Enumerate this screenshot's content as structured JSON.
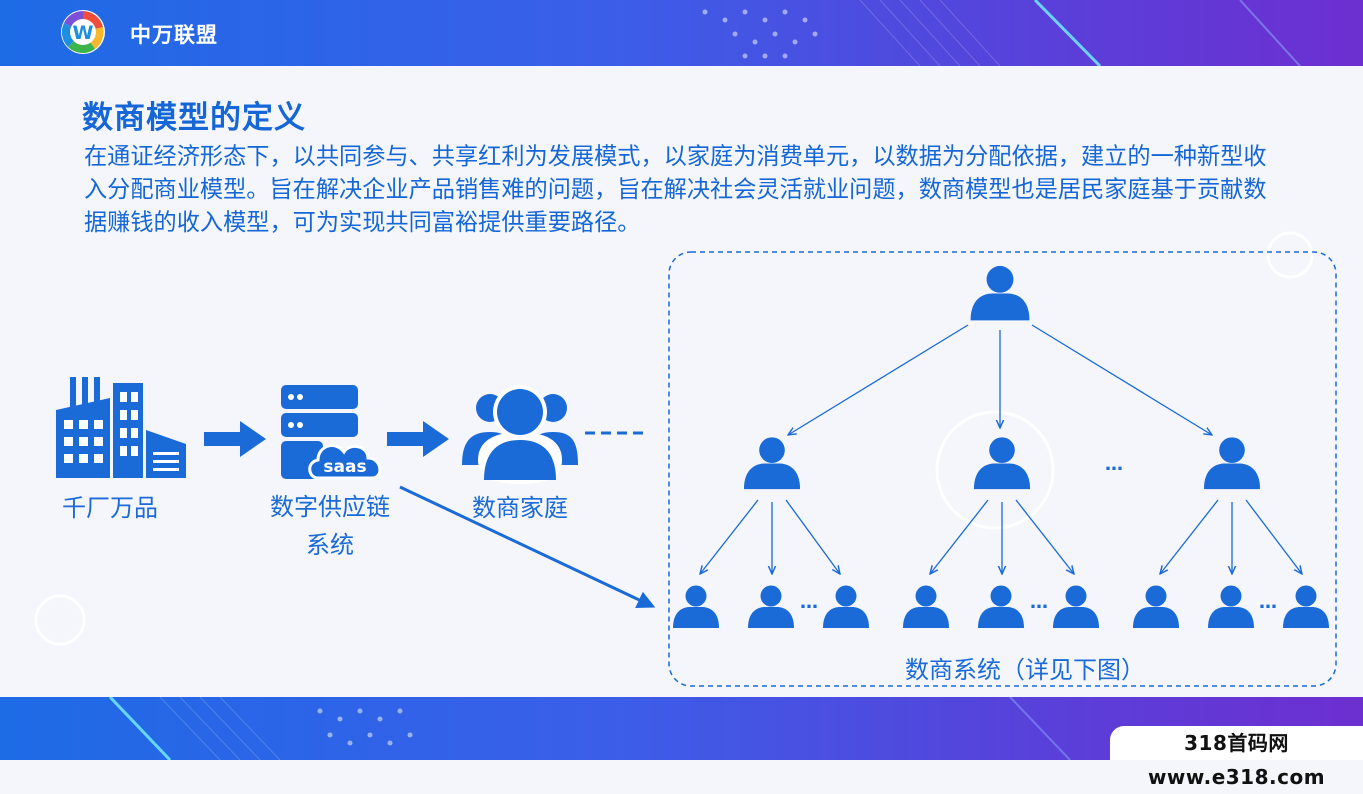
{
  "header": {
    "brand_name": "中万联盟",
    "logo_letter": "W"
  },
  "heading": "数商模型的定义",
  "intro": "在通证经济形态下，以共同参与、共享红利为发展模式，以家庭为消费单元，以数据为分配依据，建立的一种新型收入分配商业模型。旨在解决企业产品销售难的问题，旨在解决社会灵活就业问题，数商模型也是居民家庭基于贡献数据赚钱的收入模型，可为实现共同富裕提供重要路径。",
  "flow": {
    "factory_label": "千厂万品",
    "supply_label_line1": "数字供应链",
    "supply_label_line2": "系统",
    "saas_badge": "saas",
    "family_label": "数商家庭",
    "system_label": "数商系统（详见下图）",
    "ellipsis": "…"
  },
  "watermark": "318首码网 www.e318.com",
  "colors": {
    "primary": "#1a6ad8",
    "bar_start": "#1e6be6",
    "bar_end": "#6d2fd0"
  }
}
